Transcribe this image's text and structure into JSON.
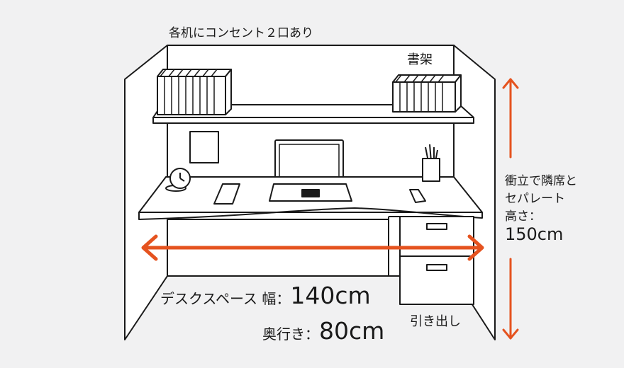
{
  "labels": {
    "outlet": "各机にコンセント２口あり",
    "shelf": "書架",
    "partition_line1": "衝立で隣席と",
    "partition_line2": "セパレート",
    "partition_line3": "高さ：",
    "partition_height": "150cm",
    "desk_width_label": "デスクスペース 幅：",
    "desk_width_value": "140cm",
    "desk_depth_label": "奥行き：",
    "desk_depth_value": "80cm",
    "drawer": "引き出し"
  },
  "colors": {
    "arrow": "#e5531f",
    "background": "#f1f1f2",
    "line": "#1a1a1a",
    "fill": "#ffffff"
  }
}
